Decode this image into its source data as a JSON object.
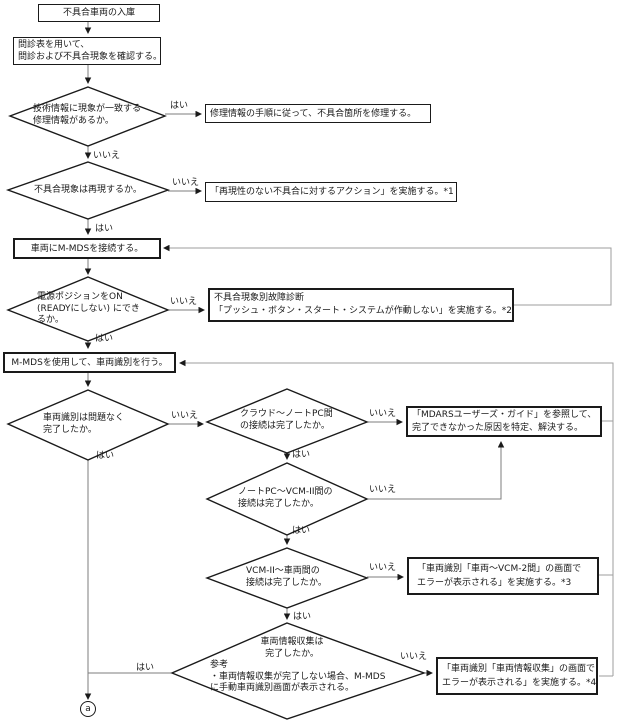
{
  "labels": {
    "yes": "はい",
    "no": "いいえ"
  },
  "terminator": {
    "label": "a"
  },
  "boxes": {
    "start": {
      "text": "不具合車両の入庫"
    },
    "interview": {
      "lines": [
        "問診表を用いて、",
        "問診および不具合現象を確認する。"
      ]
    },
    "repair_info": {
      "text": "修理情報の手順に従って、不具合箇所を修理する。"
    },
    "no_repro_action": {
      "text": "「再現性のない不具合に対するアクション」を実施する。*1"
    },
    "connect_mmds": {
      "text": "車両にM-MDSを接続する。"
    },
    "symptom_ts": {
      "lines": [
        "不具合現象別故障診断",
        "「プッシュ・ボタン・スタート・システムが作動しない」を実施する。*2"
      ]
    },
    "vehicle_id": {
      "text": "M-MDSを使用して、車両識別を行う。"
    },
    "mdars_guide": {
      "lines": [
        "「MDARSユーザーズ・ガイド」を参照して、",
        "完了できなかった原因を特定、解決する。"
      ]
    },
    "vcm2_error": {
      "lines": [
        "「車両識別「車両～VCM-2間」の画面で",
        "エラーが表示される」を実施する。*3"
      ]
    },
    "info_error": {
      "lines": [
        "「車両識別「車両情報収集」の画面で",
        "エラーが表示される」を実施する。*4"
      ]
    }
  },
  "decisions": {
    "tech_info": {
      "lines": [
        "技術情報に現象が一致する",
        "修理情報があるか。"
      ]
    },
    "repro": {
      "text": "不具合現象は再現するか。"
    },
    "power": {
      "lines": [
        "電源ポジションをON",
        "(READYにしない) にでき",
        "るか。"
      ]
    },
    "id_complete": {
      "lines": [
        "車両識別は問題なく",
        "完了したか。"
      ]
    },
    "cloud_pc": {
      "lines": [
        "クラウド～ノートPC間",
        "の接続は完了したか。"
      ]
    },
    "pc_vcm": {
      "lines": [
        "ノートPC～VCM-II間の",
        "接続は完了したか。"
      ]
    },
    "vcm_vehicle": {
      "lines": [
        "VCM-II～車両間の",
        "接続は完了したか。"
      ]
    },
    "info_collect": {
      "head": [
        "車両情報収集は",
        "完了したか。"
      ],
      "note": [
        "参考",
        "・車両情報収集が完了しない場合、M-MDS",
        "に手動車両識別画面が表示される。"
      ]
    }
  }
}
